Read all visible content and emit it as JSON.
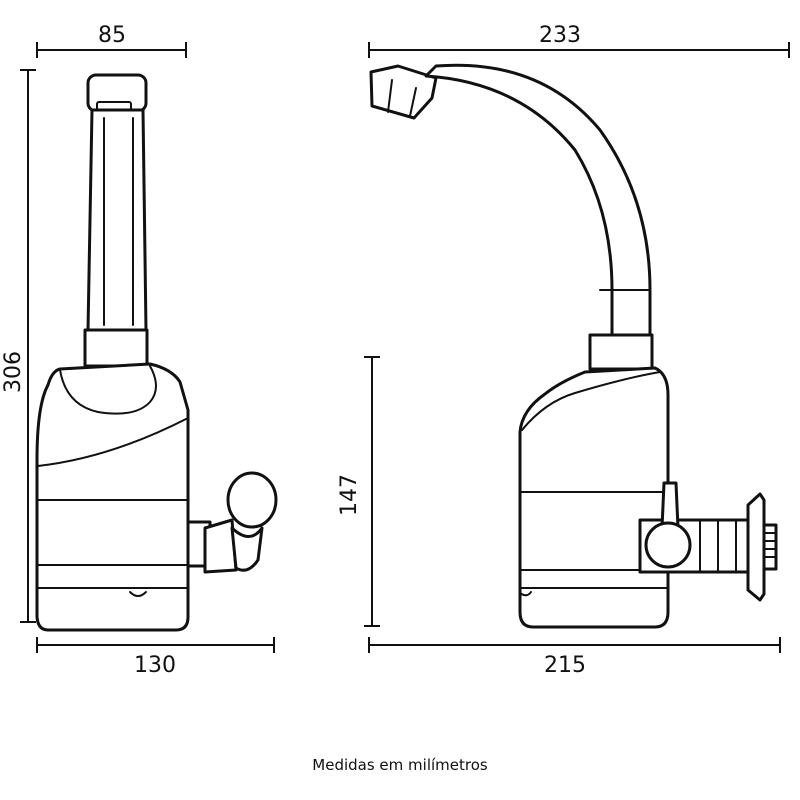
{
  "dimensions": {
    "front_top_width": "85",
    "front_height": "306",
    "front_base_width": "130",
    "side_top_width": "233",
    "side_body_height": "147",
    "side_base_width": "215"
  },
  "caption": "Medidas em milímetros",
  "colors": {
    "ink": "#111111",
    "background": "#ffffff"
  }
}
